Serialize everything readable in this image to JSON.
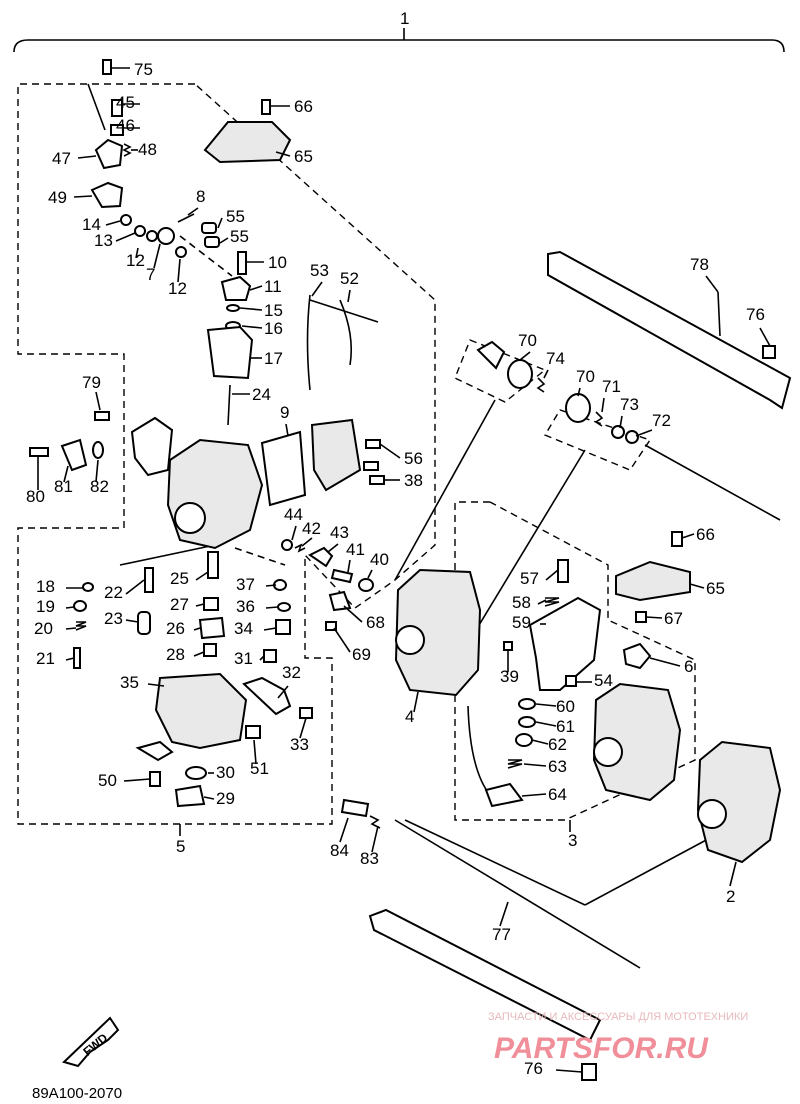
{
  "diagram": {
    "assembly_label": "1",
    "parts": [
      {
        "label": "75"
      },
      {
        "label": "45"
      },
      {
        "label": "46"
      },
      {
        "label": "47"
      },
      {
        "label": "48"
      },
      {
        "label": "49"
      },
      {
        "label": "14"
      },
      {
        "label": "13"
      },
      {
        "label": "12"
      },
      {
        "label": "7"
      },
      {
        "label": "8"
      },
      {
        "label": "55"
      },
      {
        "label": "55"
      },
      {
        "label": "12"
      },
      {
        "label": "10"
      },
      {
        "label": "11"
      },
      {
        "label": "15"
      },
      {
        "label": "16"
      },
      {
        "label": "17"
      },
      {
        "label": "24"
      },
      {
        "label": "66"
      },
      {
        "label": "65"
      },
      {
        "label": "53"
      },
      {
        "label": "52"
      },
      {
        "label": "79"
      },
      {
        "label": "80"
      },
      {
        "label": "81"
      },
      {
        "label": "82"
      },
      {
        "label": "9"
      },
      {
        "label": "56"
      },
      {
        "label": "38"
      },
      {
        "label": "44"
      },
      {
        "label": "42"
      },
      {
        "label": "43"
      },
      {
        "label": "41"
      },
      {
        "label": "40"
      },
      {
        "label": "18"
      },
      {
        "label": "19"
      },
      {
        "label": "20"
      },
      {
        "label": "21"
      },
      {
        "label": "22"
      },
      {
        "label": "23"
      },
      {
        "label": "25"
      },
      {
        "label": "27"
      },
      {
        "label": "26"
      },
      {
        "label": "28"
      },
      {
        "label": "37"
      },
      {
        "label": "36"
      },
      {
        "label": "34"
      },
      {
        "label": "31"
      },
      {
        "label": "32"
      },
      {
        "label": "35"
      },
      {
        "label": "33"
      },
      {
        "label": "51"
      },
      {
        "label": "50"
      },
      {
        "label": "30"
      },
      {
        "label": "29"
      },
      {
        "label": "5"
      },
      {
        "label": "68"
      },
      {
        "label": "69"
      },
      {
        "label": "4"
      },
      {
        "label": "70"
      },
      {
        "label": "74"
      },
      {
        "label": "70"
      },
      {
        "label": "71"
      },
      {
        "label": "73"
      },
      {
        "label": "72"
      },
      {
        "label": "78"
      },
      {
        "label": "76"
      },
      {
        "label": "66"
      },
      {
        "label": "65"
      },
      {
        "label": "67"
      },
      {
        "label": "57"
      },
      {
        "label": "58"
      },
      {
        "label": "59"
      },
      {
        "label": "6"
      },
      {
        "label": "39"
      },
      {
        "label": "54"
      },
      {
        "label": "60"
      },
      {
        "label": "61"
      },
      {
        "label": "62"
      },
      {
        "label": "63"
      },
      {
        "label": "64"
      },
      {
        "label": "3"
      },
      {
        "label": "2"
      },
      {
        "label": "84"
      },
      {
        "label": "83"
      },
      {
        "label": "77"
      },
      {
        "label": "76"
      }
    ],
    "fwd_label": "FWD",
    "drawing_code": "89A100-2070",
    "watermark_tagline": "ЗАПЧАСТИ И АКСЕССУАРЫ ДЛЯ МОТОТЕХНИКИ",
    "watermark_brand": "PARTSFOR.RU"
  }
}
